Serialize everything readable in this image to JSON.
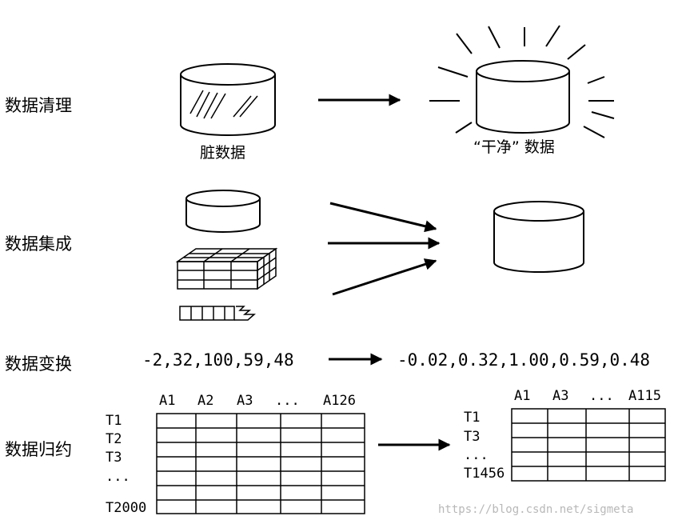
{
  "rows": {
    "cleaning": {
      "label": "数据清理",
      "dirty_caption": "脏数据",
      "clean_caption": "“干净” 数据"
    },
    "integration": {
      "label": "数据集成"
    },
    "transformation": {
      "label": "数据变换",
      "input": "-2,32,100,59,48",
      "output": "-0.02,0.32,1.00,0.59,0.48"
    },
    "reduction": {
      "label": "数据归约",
      "left_table": {
        "col_headers": [
          "A1",
          "A2",
          "A3",
          "...",
          "A126"
        ],
        "row_headers": [
          "T1",
          "T2",
          "T3",
          "...",
          "T2000"
        ]
      },
      "right_table": {
        "col_headers": [
          "A1",
          "A3",
          "...",
          "A115"
        ],
        "row_headers": [
          "T1",
          "T3",
          "...",
          "T1456"
        ]
      }
    }
  },
  "watermark": "https://blog.csdn.net/sigmeta"
}
